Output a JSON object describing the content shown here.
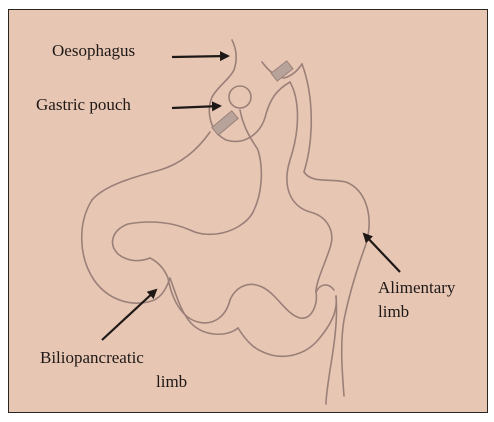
{
  "colors": {
    "background": "#e8c6b4",
    "outline": "#9a8078",
    "band": "#b8a39b",
    "arrow": "#1e1917",
    "border": "#2b2522"
  },
  "labels": {
    "oesophagus": "Oesophagus",
    "gastric_pouch": "Gastric pouch",
    "alimentary_line1": "Alimentary",
    "alimentary_line2": "limb",
    "biliopancreatic_line1": "Biliopancreatic",
    "biliopancreatic_line2": "limb"
  },
  "icons": {
    "arrow": "arrow-icon",
    "band": "staple-band-icon"
  }
}
